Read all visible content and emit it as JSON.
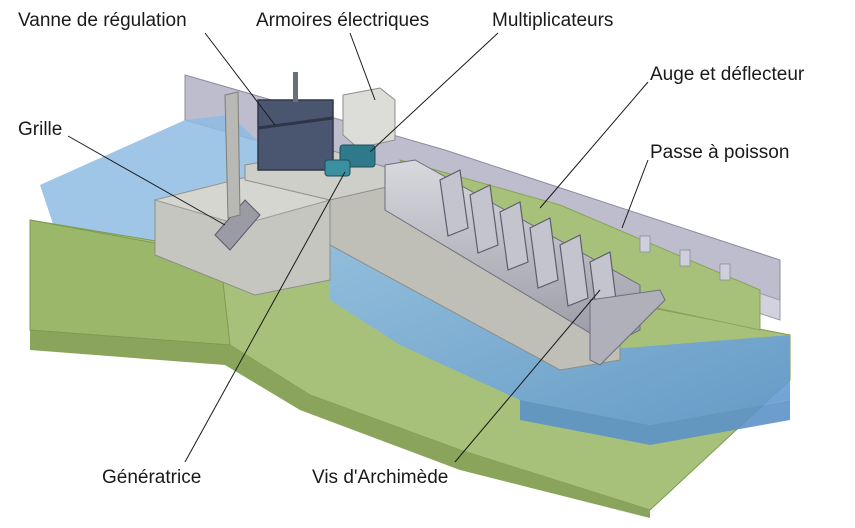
{
  "labels": {
    "vanne": "Vanne de régulation",
    "armoires": "Armoires électriques",
    "multiplicateurs": "Multiplicateurs",
    "auge": "Auge et déflecteur",
    "grille": "Grille",
    "passe": "Passe à poisson",
    "generatrice": "Génératrice",
    "vis": "Vis d'Archimède"
  },
  "colors": {
    "terrain": "#a9c27a",
    "terrain_dark": "#8aa45c",
    "concrete": "#c9c9c4",
    "concrete_dark": "#9e9e99",
    "water": "#6fa6d8",
    "water_light": "#9cc6ea",
    "steel": "#4a5568",
    "wall": "#b9b9c8"
  }
}
